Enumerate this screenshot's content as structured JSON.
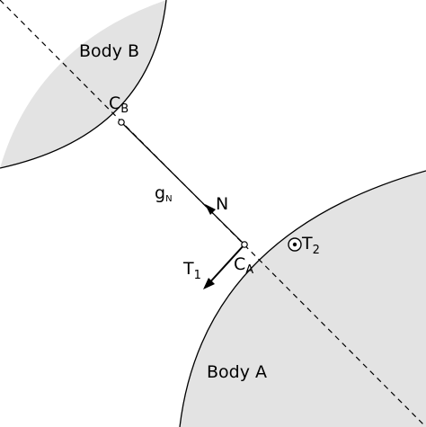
{
  "diagram": {
    "body_b": {
      "label": "Body B"
    },
    "body_a": {
      "label": "Body A"
    },
    "contact_b": {
      "base": "C",
      "sub": "B"
    },
    "contact_a": {
      "base": "C",
      "sub": "A"
    },
    "normal_vector": {
      "label": "N"
    },
    "gap": {
      "base": "g",
      "sub": "N"
    },
    "tangent_1": {
      "base": "T",
      "sub": "1"
    },
    "tangent_2": {
      "base": "T",
      "sub": "2"
    },
    "colors": {
      "body_fill": "#e3e3e3",
      "stroke": "#000000",
      "background": "#ffffff"
    }
  }
}
